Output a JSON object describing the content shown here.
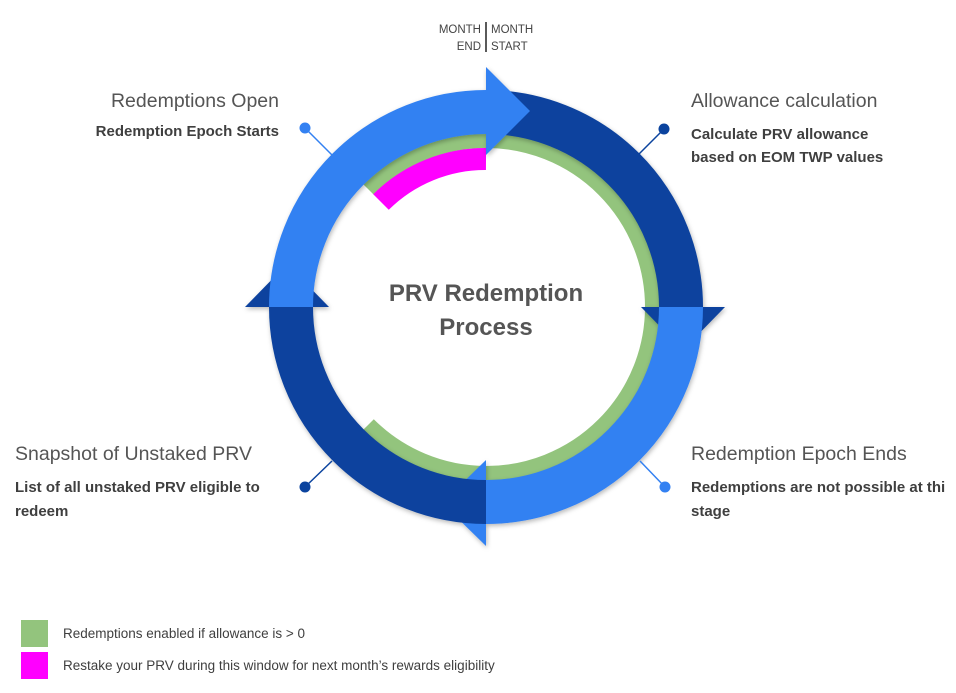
{
  "center": {
    "line1": "PRV Redemption",
    "line2": "Process"
  },
  "month_marker": {
    "left_top": "MONTH",
    "left_bottom": "END",
    "right_top": "MONTH",
    "right_bottom": "START"
  },
  "stages": {
    "redemptions_open": {
      "title": "Redemptions Open",
      "subtitle": "Redemption Epoch Starts"
    },
    "allowance": {
      "title": "Allowance calculation",
      "subtitle_line1": "Calculate PRV allowance",
      "subtitle_line2": "based on EOM TWP values"
    },
    "epoch_ends": {
      "title": "Redemption Epoch Ends",
      "subtitle_line1": "Redemptions are not possible at thi",
      "subtitle_line2": "stage"
    },
    "snapshot": {
      "title": "Snapshot of Unstaked PRV",
      "subtitle_line1": "List of all unstaked PRV eligible to",
      "subtitle_line2": "redeem"
    }
  },
  "legend": [
    {
      "label": "Redemptions enabled if allowance is > 0",
      "color": "#93c47d"
    },
    {
      "label": "Restake your PRV  during this window for next month’s rewards eligibility",
      "color": "#ff00ff"
    }
  ],
  "colors": {
    "light_blue": "#3381f2",
    "dark_blue": "#0b439e",
    "green": "#93c47d",
    "magenta": "#ff00ff",
    "connector_light": "#3381f2",
    "connector_dark": "#0b439e"
  }
}
